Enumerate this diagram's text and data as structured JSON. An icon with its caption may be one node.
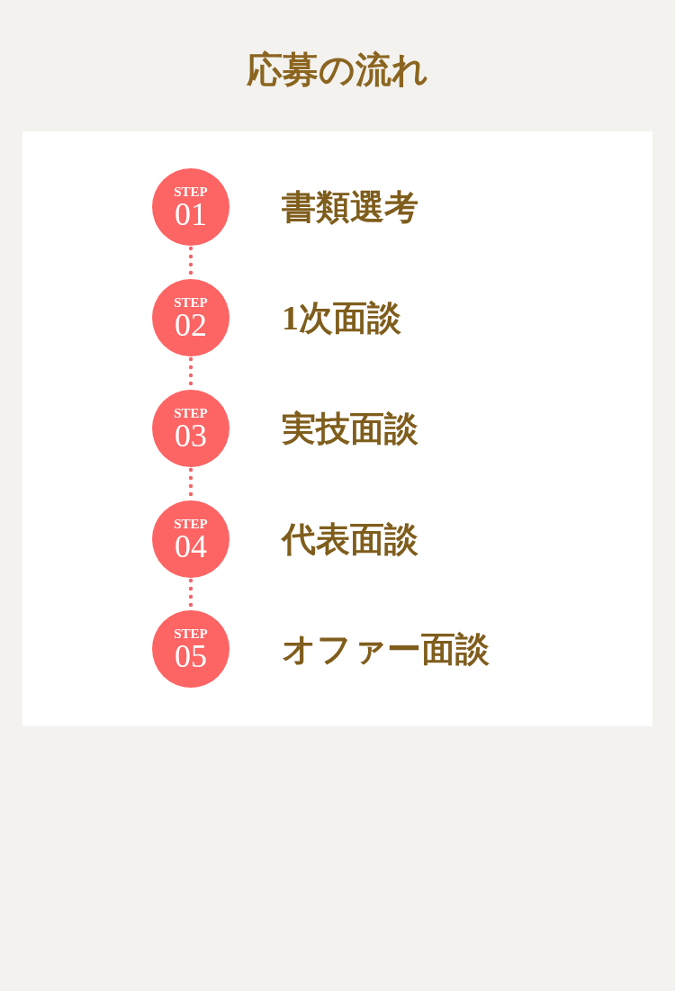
{
  "diagram": {
    "title": "応募の流れ",
    "nodes": [
      {
        "text": [
          "STEP",
          "01"
        ],
        "beside": [
          "書類選考"
        ]
      },
      {
        "text": [
          "STEP",
          "02"
        ],
        "beside": [
          "1次面談"
        ]
      },
      {
        "text": [
          "STEP",
          "03"
        ],
        "beside": [
          "実技面談"
        ]
      },
      {
        "text": [
          "STEP",
          "04"
        ],
        "beside": [
          "代表面談"
        ]
      },
      {
        "text": [
          "STEP",
          "05"
        ],
        "beside": [
          "オファー面談"
        ]
      }
    ],
    "edges": [
      {
        "from": 0,
        "to": 1,
        "arrow": "none",
        "style": "dashed"
      },
      {
        "from": 1,
        "to": 2,
        "arrow": "none",
        "style": "dashed"
      },
      {
        "from": 2,
        "to": 3,
        "arrow": "none",
        "style": "dashed"
      },
      {
        "from": 3,
        "to": 4,
        "arrow": "none",
        "style": "dashed"
      }
    ]
  }
}
